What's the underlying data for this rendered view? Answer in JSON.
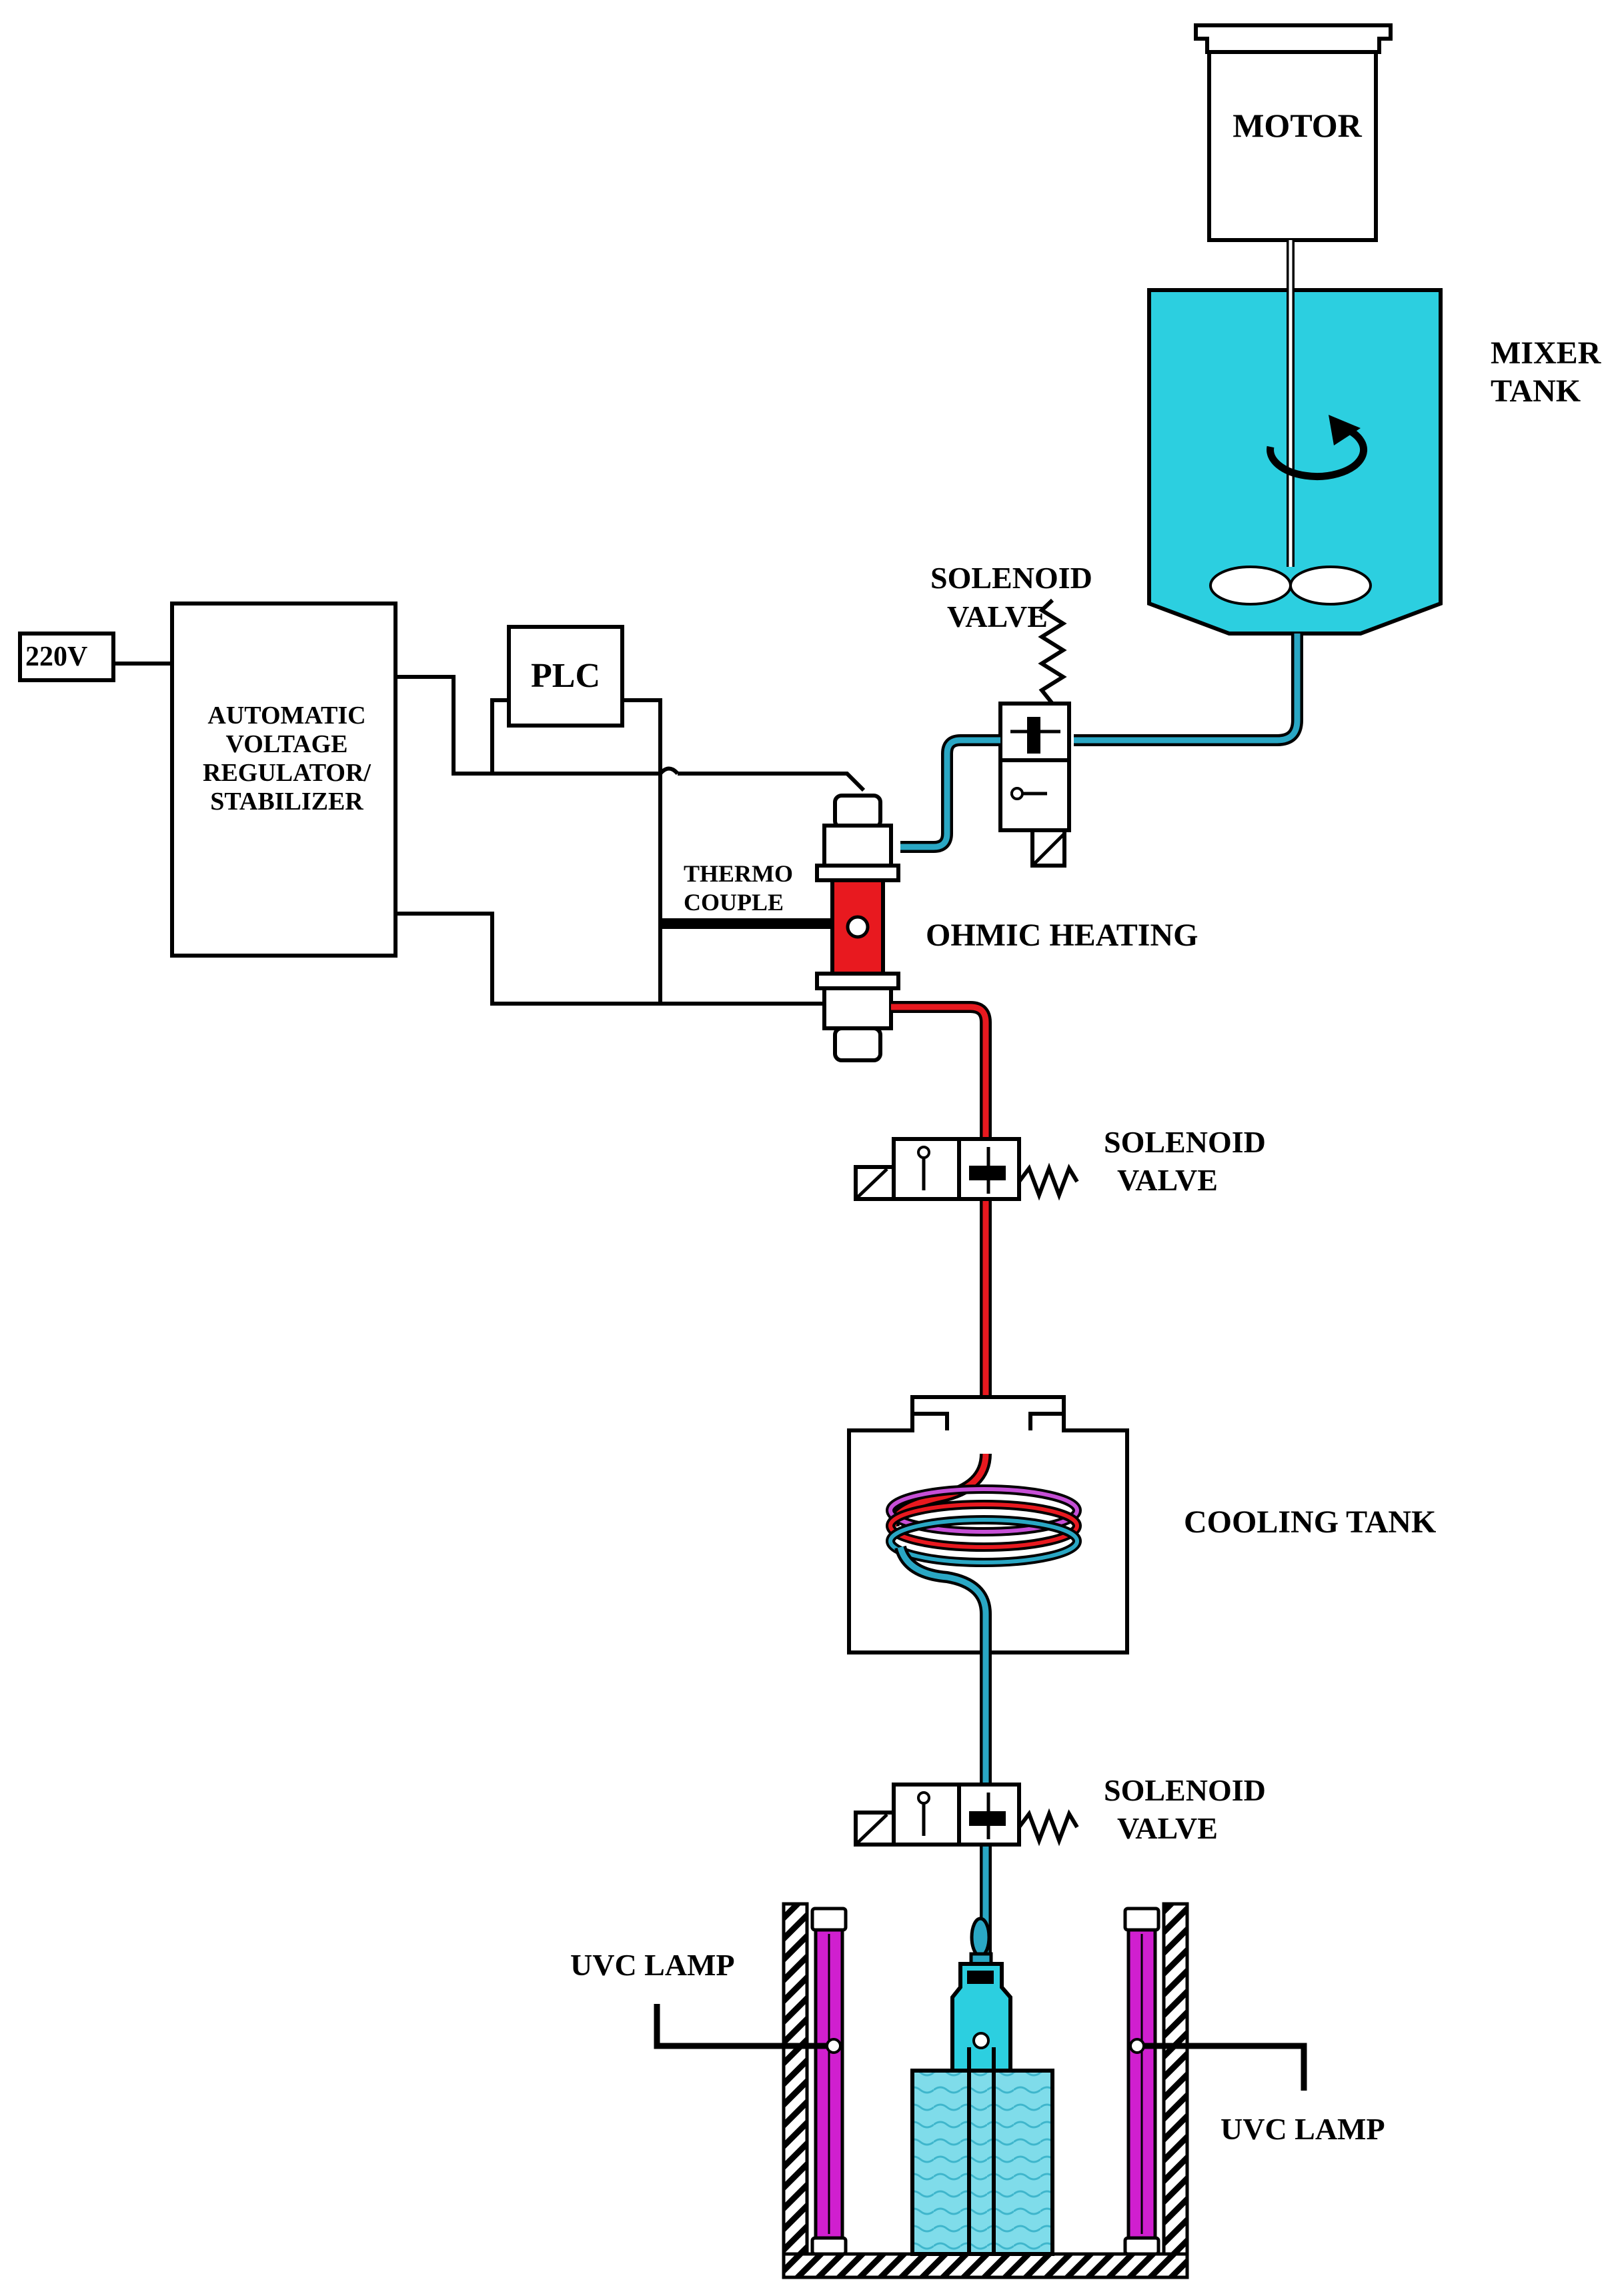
{
  "labels": {
    "motor": "MOTOR",
    "mixer_tank_line1": "MIXER",
    "mixer_tank_line2": "TANK",
    "solenoid_top_line1": "SOLENOID",
    "solenoid_top_line2": "VALVE",
    "power_input": "220V",
    "avr_line1": "AUTOMATIC",
    "avr_line2": "VOLTAGE",
    "avr_line3": "REGULATOR/",
    "avr_line4": "STABILIZER",
    "plc": "PLC",
    "thermocouple_line1": "THERMO",
    "thermocouple_line2": "COUPLE",
    "ohmic_heating": "OHMIC HEATING",
    "solenoid_mid_line1": "SOLENOID",
    "solenoid_mid_line2": "VALVE",
    "cooling_tank": "COOLING TANK",
    "solenoid_bottom_line1": "SOLENOID",
    "solenoid_bottom_line2": "VALVE",
    "uvc_lamp_left": "UVC LAMP",
    "uvc_lamp_right": "UVC LAMP"
  },
  "colors": {
    "outline": "#000000",
    "tank_fluid": "#2ccfe0",
    "pipe_cold": "#2aa7c4",
    "pipe_hot": "#e8191f",
    "heater_body": "#e8191f",
    "uvc_tube": "#d01fcf",
    "coil_magenta": "#c64fd6",
    "collector_fluid": "#7fdcea"
  }
}
